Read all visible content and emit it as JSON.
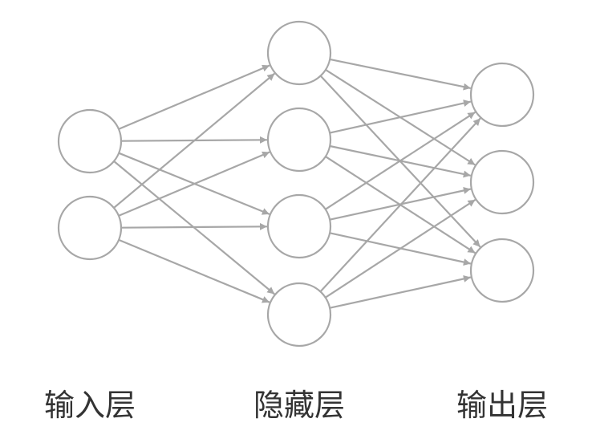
{
  "diagram": {
    "type": "neural-network",
    "line_color": "#a7a7a7",
    "node_fill": "#ffffff",
    "label_color": "#333333",
    "layers": [
      {
        "id": "input",
        "label": "输入层",
        "nodes": 2
      },
      {
        "id": "hidden",
        "label": "隐藏层",
        "nodes": 4
      },
      {
        "id": "output",
        "label": "输出层",
        "nodes": 3
      }
    ],
    "connectivity": "fully-connected",
    "arrow_direction": "left-to-right"
  }
}
